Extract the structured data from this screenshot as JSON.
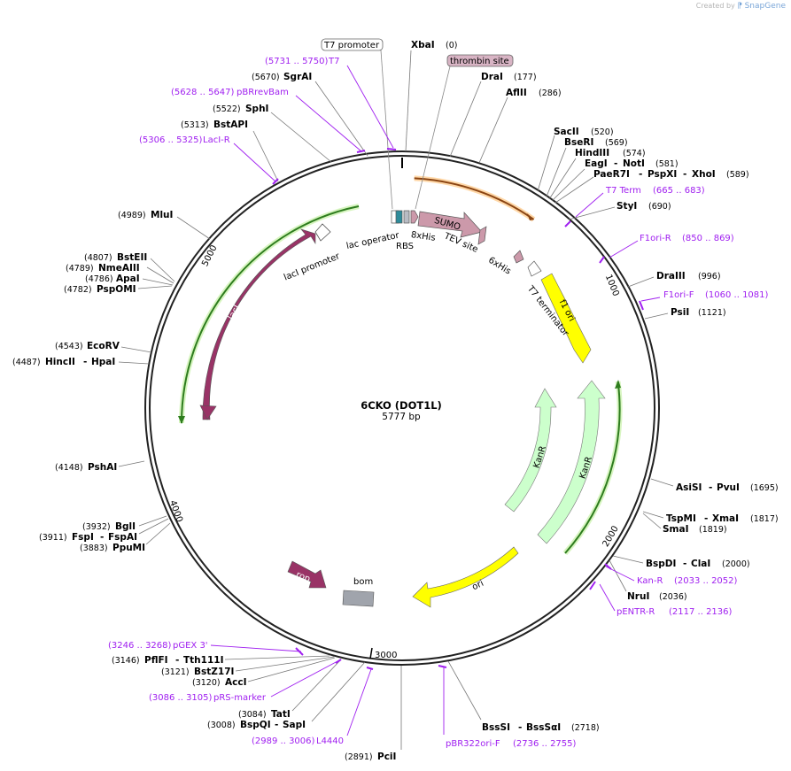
{
  "credit": {
    "prefix": "Created by",
    "brand": "SnapGene"
  },
  "plasmid": {
    "name": "6CKO (DOT1L)",
    "length_label": "5777 bp",
    "length": 5777
  },
  "ticks": [
    "1000",
    "2000",
    "3000",
    "4000",
    "5000"
  ],
  "sites_right": [
    {
      "name": "XbaI",
      "pos": "(0)"
    },
    {
      "name": "DraI",
      "pos": "(177)"
    },
    {
      "name": "AflII",
      "pos": "(286)"
    },
    {
      "name": "SacII",
      "pos": "(520)"
    },
    {
      "name": "BseRI",
      "pos": "(569)"
    },
    {
      "name": "HindIII",
      "pos": "(574)"
    },
    {
      "name": "EagI",
      "name2": "NotI",
      "pos": "(581)"
    },
    {
      "name": "PaeR7I",
      "name2": "PspXI",
      "name3": "XhoI",
      "pos": "(589)"
    },
    {
      "name": "StyI",
      "pos": "(690)"
    },
    {
      "name": "DraIII",
      "pos": "(996)"
    },
    {
      "name": "PsiI",
      "pos": "(1121)"
    },
    {
      "name": "AsiSI",
      "name2": "PvuI",
      "pos": "(1695)"
    },
    {
      "name": "TspMI",
      "name2": "XmaI",
      "pos": "(1817)"
    },
    {
      "name": "SmaI",
      "pos": "(1819)"
    },
    {
      "name": "BspDI",
      "name2": "ClaI",
      "pos": "(2000)"
    },
    {
      "name": "NruI",
      "pos": "(2036)"
    },
    {
      "name": "BssSI",
      "name2": "BssSαI",
      "pos": "(2718)"
    }
  ],
  "sites_left": [
    {
      "name": "SgrAI",
      "pos": "(5670)"
    },
    {
      "name": "SphI",
      "pos": "(5522)"
    },
    {
      "name": "BstAPI",
      "pos": "(5313)"
    },
    {
      "name": "MluI",
      "pos": "(4989)"
    },
    {
      "name": "BstEII",
      "pos": "(4807)"
    },
    {
      "name": "NmeAIII",
      "pos": "(4789)"
    },
    {
      "name": "ApaI",
      "pos": "(4786)"
    },
    {
      "name": "PspOMI",
      "pos": "(4782)"
    },
    {
      "name": "EcoRV",
      "pos": "(4543)"
    },
    {
      "name": "HincII",
      "name2": "HpaI",
      "pos": "(4487)"
    },
    {
      "name": "PshAI",
      "pos": "(4148)"
    },
    {
      "name": "BglI",
      "pos": "(3932)"
    },
    {
      "name": "FspI",
      "name2": "FspAI",
      "pos": "(3911)"
    },
    {
      "name": "PpuMI",
      "pos": "(3883)"
    },
    {
      "name": "PflFI",
      "name2": "Tth111I",
      "pos": "(3146)"
    },
    {
      "name": "BstZ17I",
      "pos": "(3121)"
    },
    {
      "name": "AccI",
      "pos": "(3120)"
    },
    {
      "name": "TatI",
      "pos": "(3084)"
    },
    {
      "name": "BspQI",
      "name2": "SapI",
      "pos": "(3008)"
    },
    {
      "name": "PciI",
      "pos": "(2891)"
    }
  ],
  "primers": [
    {
      "name": "T7",
      "range": "(5731 .. 5750)"
    },
    {
      "name": "pBRrevBam",
      "range": "(5628 .. 5647)"
    },
    {
      "name": "LacI-R",
      "range": "(5306 .. 5325)"
    },
    {
      "name": "T7 Term",
      "range": "(665 .. 683)"
    },
    {
      "name": "F1ori-R",
      "range": "(850 .. 869)"
    },
    {
      "name": "F1ori-F",
      "range": "(1060 .. 1081)"
    },
    {
      "name": "Kan-R",
      "range": "(2033 .. 2052)"
    },
    {
      "name": "pENTR-R",
      "range": "(2117 .. 2136)"
    },
    {
      "name": "pBR322ori-F",
      "range": "(2736 .. 2755)"
    },
    {
      "name": "L4440",
      "range": "(2989 .. 3006)"
    },
    {
      "name": "pRS-marker",
      "range": "(3086 .. 3105)"
    },
    {
      "name": "pGEX 3'",
      "range": "(3246 .. 3268)"
    }
  ],
  "features": {
    "t7_promoter": "T7 promoter",
    "thrombin_site": "thrombin site",
    "lac_operator": "lac operator",
    "rbs": "RBS",
    "his8": "8xHis",
    "sumo": "SUMO",
    "tev_site": "TEV site",
    "his6": "6xHis",
    "t7_terminator": "T7 terminator",
    "f1_ori": "f1 ori",
    "kanr1": "KanR",
    "kanr2": "KanR",
    "ori": "ori",
    "bom": "bom",
    "rop": "rop",
    "laci": "lacI",
    "laci_promoter": "lacI promoter"
  },
  "colors": {
    "backbone": "#222222",
    "primer": "#a020f0",
    "laci": "#993366",
    "f1_ori": "#ffff00",
    "kanr": "#ccffcc",
    "sumo": "#cc99aa",
    "thrombin": "#d8b4c4",
    "bom": "#a0a4ac",
    "orf_green": "#2e7d1e",
    "orf_orange": "#8b4513"
  }
}
